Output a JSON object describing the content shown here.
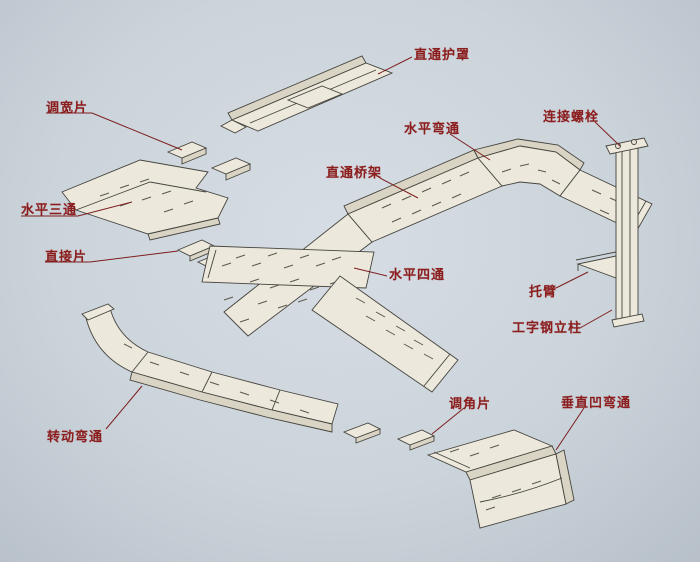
{
  "diagram": {
    "type": "cable-tray-assembly-illustration",
    "labels": [
      {
        "id": "straight-cover",
        "text": "直通护罩"
      },
      {
        "id": "width-adjust-piece",
        "text": "调宽片"
      },
      {
        "id": "horizontal-bend",
        "text": "水平弯通"
      },
      {
        "id": "connecting-bolt",
        "text": "连接螺栓"
      },
      {
        "id": "straight-tray",
        "text": "直通桥架"
      },
      {
        "id": "horizontal-tee",
        "text": "水平三通"
      },
      {
        "id": "direct-piece",
        "text": "直接片"
      },
      {
        "id": "horizontal-cross",
        "text": "水平四通"
      },
      {
        "id": "bracket-arm",
        "text": "托臂"
      },
      {
        "id": "i-beam-column",
        "text": "工字钢立柱"
      },
      {
        "id": "angle-adjust-piece",
        "text": "调角片"
      },
      {
        "id": "vertical-concave-bend",
        "text": "垂直凹弯通"
      },
      {
        "id": "rotating-bend",
        "text": "转动弯通"
      }
    ],
    "colors": {
      "label": "#8b1d1d",
      "leader_line": "#7c1d1d",
      "outline": "#45443e",
      "tray_fill": "#ece8db",
      "paper": "#ccd4db"
    }
  }
}
